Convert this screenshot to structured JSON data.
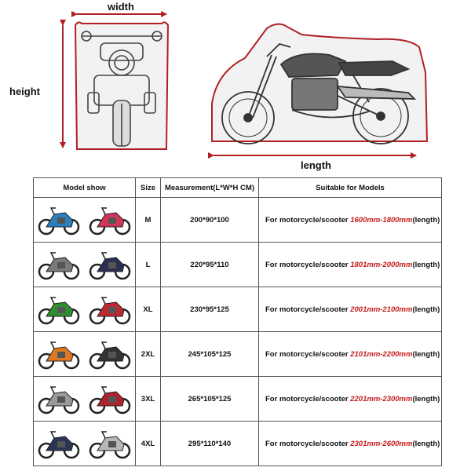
{
  "labels": {
    "width": "width",
    "height": "height",
    "length": "length"
  },
  "colors": {
    "outline": "#b11f24",
    "range_text": "#c41a1a",
    "cover": "#f2f2f2"
  },
  "table": {
    "headers": [
      "Model show",
      "Size",
      "Measurement(L*W*H CM)",
      "Suitable for Models"
    ],
    "rows": [
      {
        "models": [
          "bicycle-image",
          "scooter-image"
        ],
        "models_colors": [
          "#2a7fc0",
          "#d4335a"
        ],
        "size": "M",
        "measurement": "200*90*100",
        "fit_prefix": "For motorcycle/scooter",
        "range": "1600mm-1800mm",
        "fit_suffix": "(length)"
      },
      {
        "models": [
          "motorcycle-image",
          "scooter-image"
        ],
        "models_colors": [
          "#7a7a7a",
          "#2a2f52"
        ],
        "size": "L",
        "measurement": "220*95*110",
        "fit_prefix": "For motorcycle/scooter",
        "range": "1801mm-2000mm",
        "fit_suffix": "(length)"
      },
      {
        "models": [
          "sportbike-image",
          "sportbike-image"
        ],
        "models_colors": [
          "#2f8f2f",
          "#c0282f"
        ],
        "size": "XL",
        "measurement": "230*95*125",
        "fit_prefix": "For motorcycle/scooter",
        "range": "2001mm-2100mm",
        "fit_suffix": "(length)"
      },
      {
        "models": [
          "dirtbike-image",
          "cruiser-image"
        ],
        "models_colors": [
          "#e07a20",
          "#333333"
        ],
        "size": "2XL",
        "measurement": "245*105*125",
        "fit_prefix": "For motorcycle/scooter",
        "range": "2101mm-2200mm",
        "fit_suffix": "(length)"
      },
      {
        "models": [
          "touring-bike-image",
          "touring-bike-image"
        ],
        "models_colors": [
          "#9a9a9a",
          "#b0232a"
        ],
        "size": "3XL",
        "measurement": "265*105*125",
        "fit_prefix": "For motorcycle/scooter",
        "range": "2201mm-2300mm",
        "fit_suffix": "(length)"
      },
      {
        "models": [
          "touring-bike-image",
          "touring-bike-image"
        ],
        "models_colors": [
          "#2a3556",
          "#b8b8b8"
        ],
        "size": "4XL",
        "measurement": "295*110*140",
        "fit_prefix": "For motorcycle/scooter",
        "range": "2301mm-2600mm",
        "fit_suffix": "(length)"
      }
    ]
  }
}
